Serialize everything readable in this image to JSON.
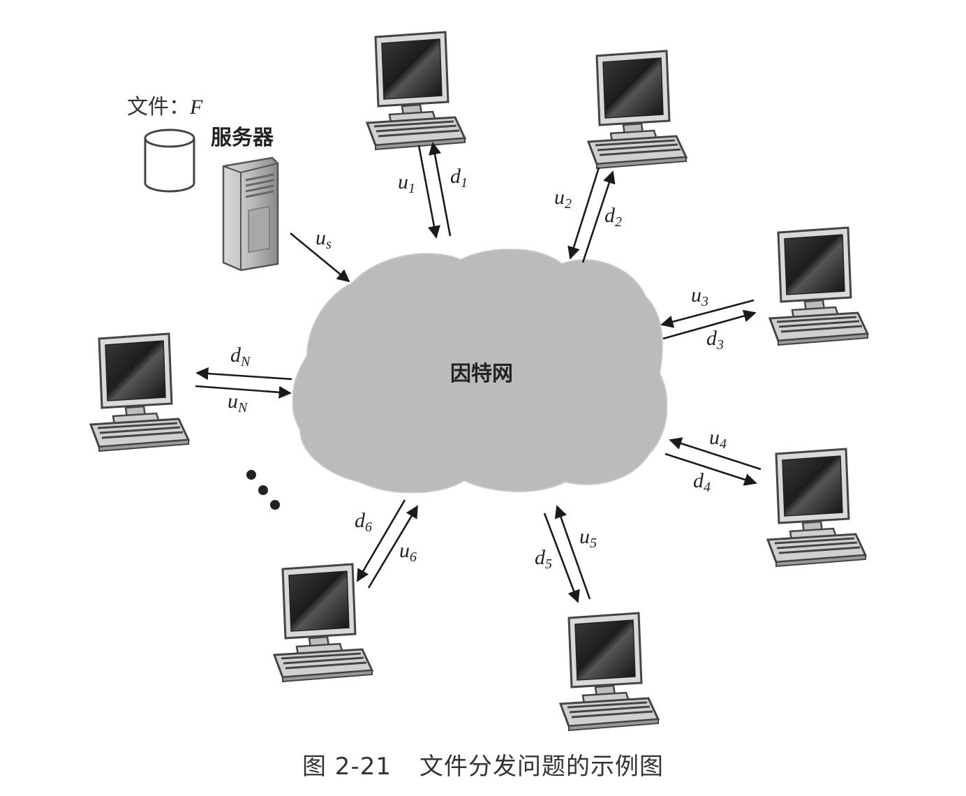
{
  "file_label": "文件：",
  "file_var": "F",
  "server_label": "服务器",
  "cloud_label": "因特网",
  "ellipsis": "• • •",
  "links": [
    {
      "up": "u",
      "up_sub": "1",
      "down": "d",
      "down_sub": "1"
    },
    {
      "up": "u",
      "up_sub": "2",
      "down": "d",
      "down_sub": "2"
    },
    {
      "up": "u",
      "up_sub": "3",
      "down": "d",
      "down_sub": "3"
    },
    {
      "up": "u",
      "up_sub": "4",
      "down": "d",
      "down_sub": "4"
    },
    {
      "up": "u",
      "up_sub": "5",
      "down": "d",
      "down_sub": "5"
    },
    {
      "up": "u",
      "up_sub": "6",
      "down": "d",
      "down_sub": "6"
    },
    {
      "up": "u",
      "up_sub": "N",
      "down": "d",
      "down_sub": "N"
    }
  ],
  "server_link": {
    "up": "u",
    "up_sub": "s"
  },
  "caption": {
    "number": "图 2-21",
    "text": "文件分发问题的示例图"
  }
}
